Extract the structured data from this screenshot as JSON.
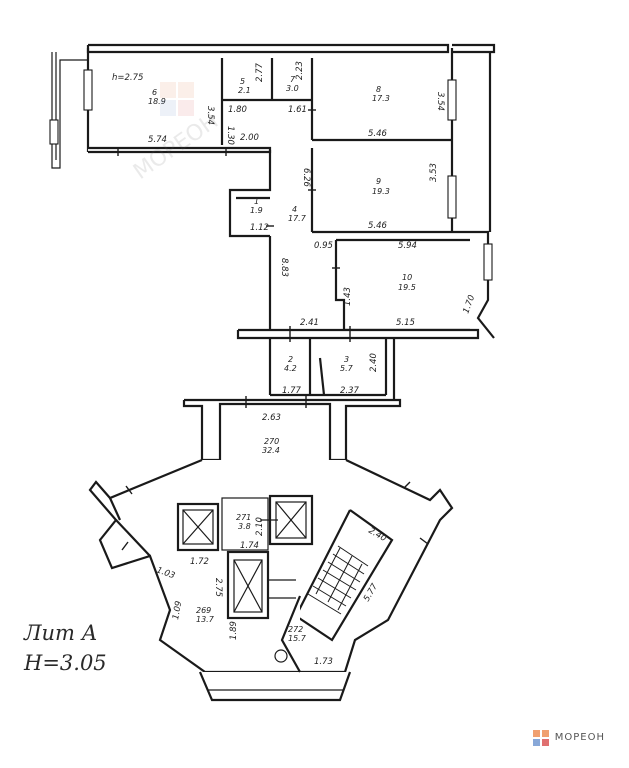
{
  "upper_height": "h=2.75",
  "lit_label": "Лит А",
  "lit_height": "H=3.05",
  "watermark_text": "MOPEOH",
  "logo_text": "МОРЕОН",
  "rooms_text": {
    "r6_num": "6",
    "r6_area": "18.9",
    "r5_num": "5",
    "r5_area": "2.1",
    "r7_num": "7",
    "r7_area": "3.0",
    "r8_num": "8",
    "r8_area": "17.3",
    "r9_num": "9",
    "r9_area": "19.3",
    "r4_num": "4",
    "r4_area": "17.7",
    "r1_num": "1",
    "r1_area": "1.9",
    "r10_num": "10",
    "r10_area": "19.5",
    "r2_num": "2",
    "r2_area": "4.2",
    "r3_num": "3",
    "r3_area": "5.7",
    "r270_num": "270",
    "r270_area": "32.4",
    "r271_num": "271",
    "r271_area": "3.8",
    "r269_num": "269",
    "r269_area": "13.7",
    "r272_num": "272",
    "r272_area": "15.7"
  },
  "dims": {
    "d_354a": "3.54",
    "d_574": "5.74",
    "d_180": "1.80",
    "d_130": "1.30",
    "d_200": "2.00",
    "d_277": "2.77",
    "d_223": "2.23",
    "d_161": "1.61",
    "d_546a": "5.46",
    "d_354b": "3.54",
    "d_626": "6.26",
    "d_546b": "5.46",
    "d_353": "3.53",
    "d_112": "1.12",
    "d_095": "0.95",
    "d_594": "5.94",
    "d_883": "8.83",
    "d_143": "1.43",
    "d_515": "5.15",
    "d_170": "1.70",
    "d_241": "2.41",
    "d_177": "1.77",
    "d_237": "2.37",
    "d_240a": "2.40",
    "d_263": "2.63",
    "d_210": "2.10",
    "d_174": "1.74",
    "d_172": "1.72",
    "d_103": "1.03",
    "d_275": "2.75",
    "d_109": "1.09",
    "d_189": "1.89",
    "d_173": "1.73",
    "d_240b": "2.40",
    "d_577": "5.77"
  }
}
